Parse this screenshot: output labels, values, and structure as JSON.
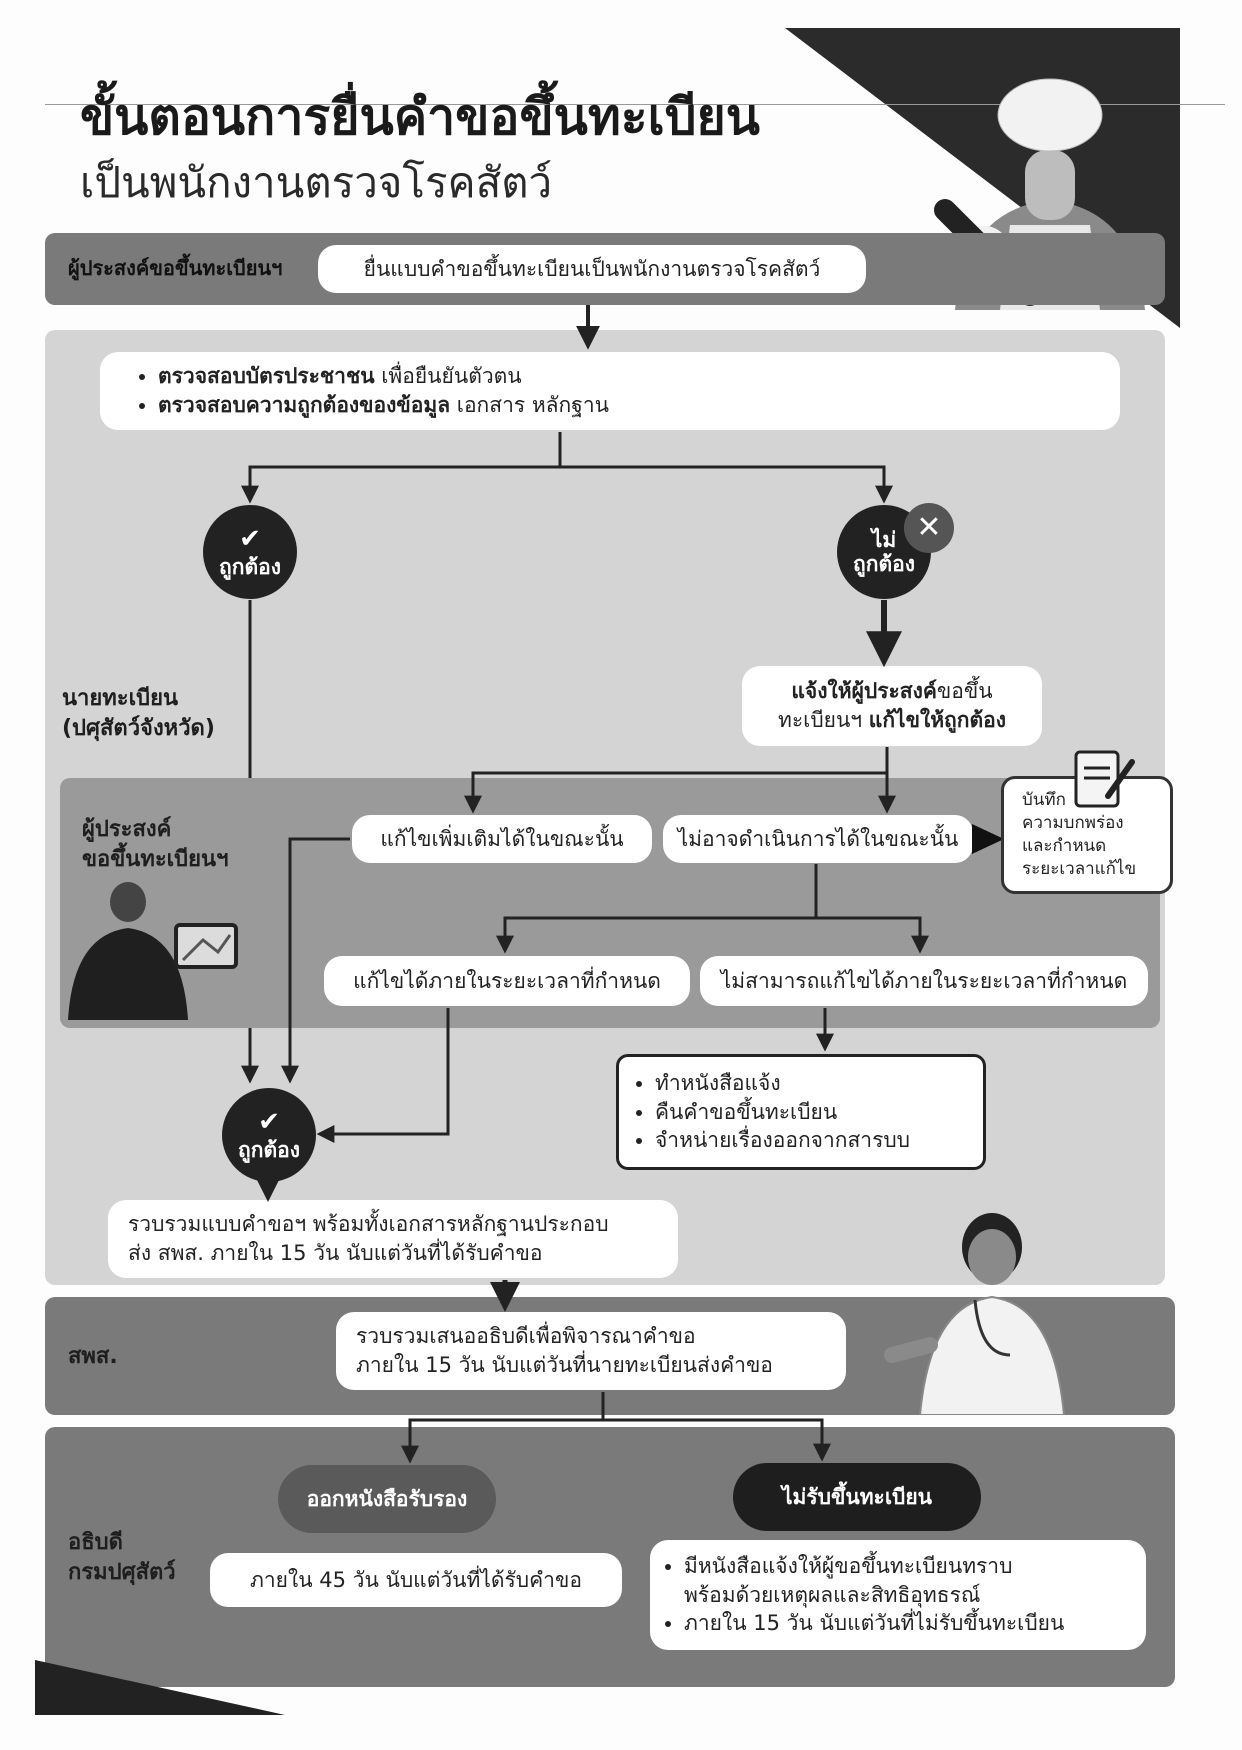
{
  "header": {
    "title_line1": "ขั้นตอนการยื่นคำขอขึ้นทะเบียน",
    "title_line2": "เป็นพนักงานตรวจโรคสัตว์"
  },
  "roles": {
    "applicant_top": "ผู้ประสงค์ขอขึ้นทะเบียนฯ",
    "registrar_line1": "นายทะเบียน",
    "registrar_line2": "(ปศุสัตว์จังหวัด)",
    "applicant_mid_line1": "ผู้ประสงค์",
    "applicant_mid_line2": "ขอขึ้นทะเบียนฯ",
    "dld_office": "สพส.",
    "director_line1": "อธิบดี",
    "director_line2": "กรมปศุสัตว์"
  },
  "steps": {
    "submit": "ยื่นแบบคำขอขึ้นทะเบียนเป็นพนักงานตรวจโรคสัตว์",
    "check1_bold": "ตรวจสอบบัตรประชาชน",
    "check1_rest": " เพื่อยืนยันตัวตน",
    "check2_bold": "ตรวจสอบความถูกต้องของข้อมูล",
    "check2_rest": " เอกสาร หลักฐาน",
    "correct": "ถูกต้อง",
    "incorrect_line1": "ไม่",
    "incorrect_line2": "ถูกต้อง",
    "notify_bold1": "แจ้งให้ผู้ประสงค์",
    "notify_text1": "ขอขึ้น",
    "notify_text2": "ทะเบียนฯ ",
    "notify_bold2": "แก้ไขให้ถูกต้อง",
    "fix_now": "แก้ไขเพิ่มเติมได้ในขณะนั้น",
    "cannot_now": "ไม่อาจดำเนินการได้ในขณะนั้น",
    "record_line1": "บันทึก",
    "record_line2": "ความบกพร่อง",
    "record_line3": "และกำหนด",
    "record_line4": "ระยะเวลาแก้ไข",
    "fix_in_time": "แก้ไขได้ภายในระยะเวลาที่กำหนด",
    "cannot_fix_in_time": "ไม่สามารถแก้ไขได้ภายในระยะเวลาที่กำหนด",
    "reject_item1": "ทำหนังสือแจ้ง",
    "reject_item2": "คืนคำขอขึ้นทะเบียน",
    "reject_item3": "จำหน่ายเรื่องออกจากสารบบ",
    "compile_line1": "รวบรวมแบบคำขอฯ พร้อมทั้งเอกสารหลักฐานประกอบ",
    "compile_line2": "ส่ง สพส. ภายใน 15 วัน นับแต่วันที่ได้รับคำขอ",
    "propose_line1": "รวบรวมเสนออธิบดีเพื่อพิจารณาคำขอ",
    "propose_line2": "ภายใน 15 วัน นับแต่วันที่นายทะเบียนส่งคำขอ",
    "approve": "ออกหนังสือรับรอง",
    "reject": "ไม่รับขึ้นทะเบียน",
    "approve_time": "ภายใน 45 วัน นับแต่วันที่ได้รับคำขอ",
    "reject_info1_line1": "มีหนังสือแจ้งให้ผู้ขอขึ้นทะเบียนทราบ",
    "reject_info1_line2": "พร้อมด้วยเหตุผลและสิทธิอุทธรณ์",
    "reject_info2": "ภายใน 15 วัน นับแต่วันที่ไม่รับขึ้นทะเบียน"
  },
  "colors": {
    "dark": "#222222",
    "band_mid": "#7a7a7a",
    "band_light": "#d4d4d4",
    "band_gray": "#9a9a9a"
  }
}
